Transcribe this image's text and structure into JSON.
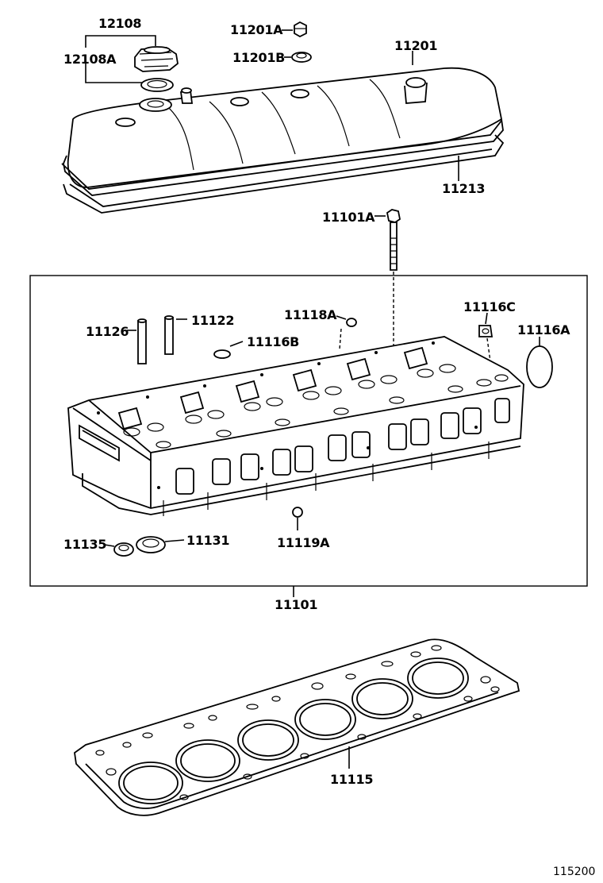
{
  "diagram": {
    "labels": {
      "p12108": "12108",
      "p12108A": "12108A",
      "p11201A": "11201A",
      "p11201B": "11201B",
      "p11201": "11201",
      "p11213": "11213",
      "p11101A": "11101A",
      "p11118A": "11118A",
      "p11116C": "11116C",
      "p11126": "11126",
      "p11122": "11122",
      "p11116B": "11116B",
      "p11116A": "11116A",
      "p11135": "11135",
      "p11131": "11131",
      "p11119A": "11119A",
      "p11101": "11101",
      "p11115": "11115"
    },
    "footer_code": "115200"
  }
}
